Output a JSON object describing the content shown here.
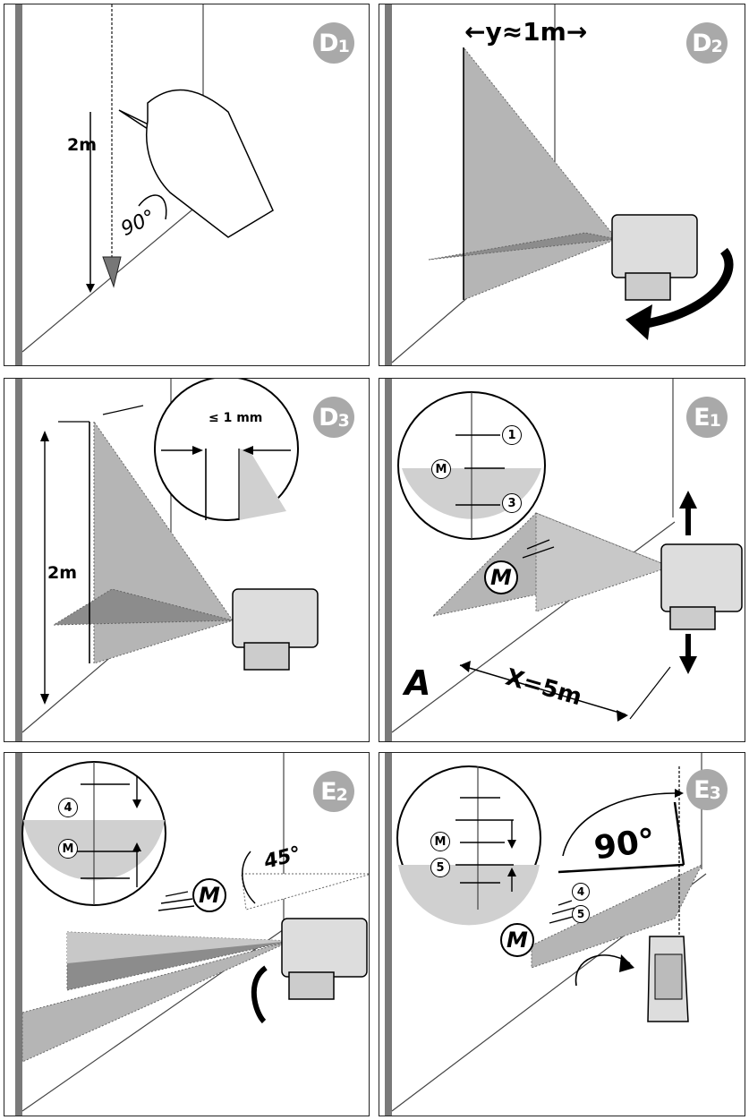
{
  "panels": [
    {
      "badge": "D",
      "badge_sub": "1",
      "labels": {
        "height": "2m",
        "angle": "90°"
      }
    },
    {
      "badge": "D",
      "badge_sub": "2",
      "labels": {
        "distance": "←y≈1m→"
      }
    },
    {
      "badge": "D",
      "badge_sub": "3",
      "labels": {
        "height": "2m",
        "tolerance": "≤ 1 mm"
      }
    },
    {
      "badge": "E",
      "badge_sub": "1",
      "labels": {
        "mark_1": "1",
        "mark_m": "M",
        "mark_3": "3",
        "point_m": "M",
        "point_a": "A",
        "distance": "X=5m"
      }
    },
    {
      "badge": "E",
      "badge_sub": "2",
      "labels": {
        "mark_4": "4",
        "mark_m": "M",
        "point_m": "M",
        "angle": "45°"
      }
    },
    {
      "badge": "E",
      "badge_sub": "3",
      "labels": {
        "mark_m": "M",
        "mark_5": "5",
        "angle": "90°",
        "mark_4": "4",
        "mark_5b": "5",
        "point_m": "M"
      }
    }
  ],
  "colors": {
    "badge": "#a9a9a9",
    "beam": "#b5b5b5",
    "beam_dark": "#8c8c8c",
    "wall_edge": "#7a7a7a"
  }
}
